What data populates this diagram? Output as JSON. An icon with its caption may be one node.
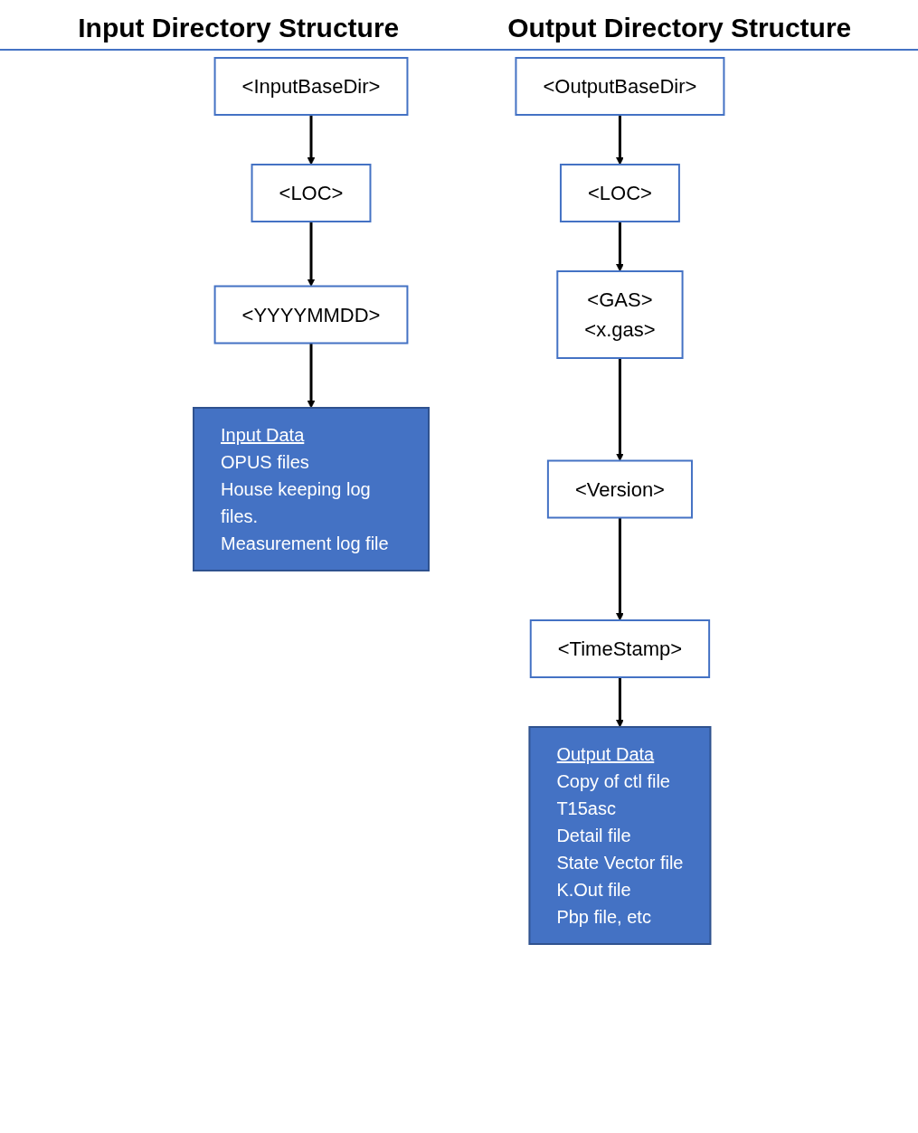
{
  "diagram": {
    "nodes": [
      {
        "text": [
          "<InputBaseDir>"
        ]
      },
      {
        "text": [
          "<LOC>"
        ]
      },
      {
        "text": [
          "<YYYYMMDD>"
        ]
      },
      {
        "text": [
          "Input Data",
          "OPUS files",
          "House keeping log files.",
          "Measurement log file"
        ]
      },
      {
        "text": [
          "<OutputBaseDir>"
        ]
      },
      {
        "text": [
          "<LOC>"
        ]
      },
      {
        "text": [
          "<GAS>",
          "<x.gas>"
        ]
      },
      {
        "text": [
          "<Version>"
        ]
      },
      {
        "text": [
          "<TimeStamp>"
        ]
      },
      {
        "text": [
          "Output Data",
          "Copy of ctl file",
          "T15asc",
          "Detail file",
          "State Vector file",
          "K.Out file",
          "Pbp file, etc"
        ]
      }
    ],
    "edges": [
      {
        "from": 0,
        "to": 1,
        "arrow": "to"
      },
      {
        "from": 1,
        "to": 2,
        "arrow": "to"
      },
      {
        "from": 2,
        "to": 3,
        "arrow": "to"
      },
      {
        "from": 4,
        "to": 5,
        "arrow": "to"
      },
      {
        "from": 5,
        "to": 6,
        "arrow": "to"
      },
      {
        "from": 6,
        "to": 7,
        "arrow": "to"
      },
      {
        "from": 7,
        "to": 8,
        "arrow": "to"
      },
      {
        "from": 8,
        "to": 9,
        "arrow": "to"
      }
    ],
    "labels": [
      "Output Directory Structure",
      "Input Directory Structure"
    ]
  }
}
